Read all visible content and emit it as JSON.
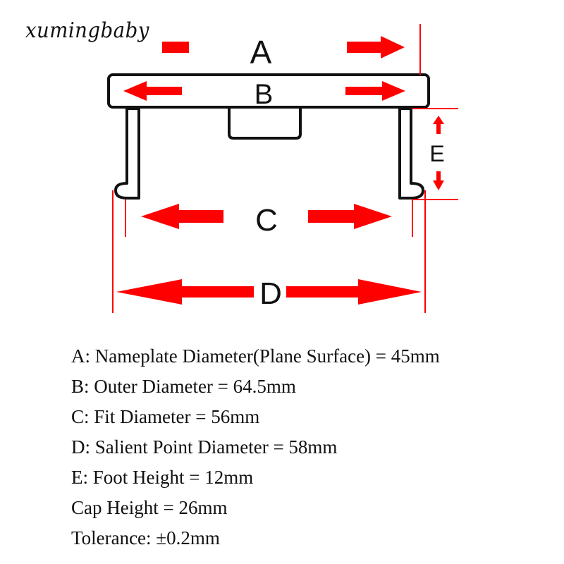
{
  "watermark": "xumingbaby",
  "colors": {
    "arrow": "#ff0000",
    "outline": "#111111",
    "background": "#ffffff"
  },
  "dimension_labels": {
    "a": "A",
    "b": "B",
    "c": "C",
    "d": "D",
    "e": "E"
  },
  "specs": [
    "A: Nameplate Diameter(Plane Surface) = 45mm",
    "B: Outer Diameter = 64.5mm",
    "C: Fit Diameter = 56mm",
    "D: Salient Point Diameter = 58mm",
    "E: Foot Height = 12mm",
    "Cap Height = 26mm",
    "Tolerance: ±0.2mm"
  ]
}
